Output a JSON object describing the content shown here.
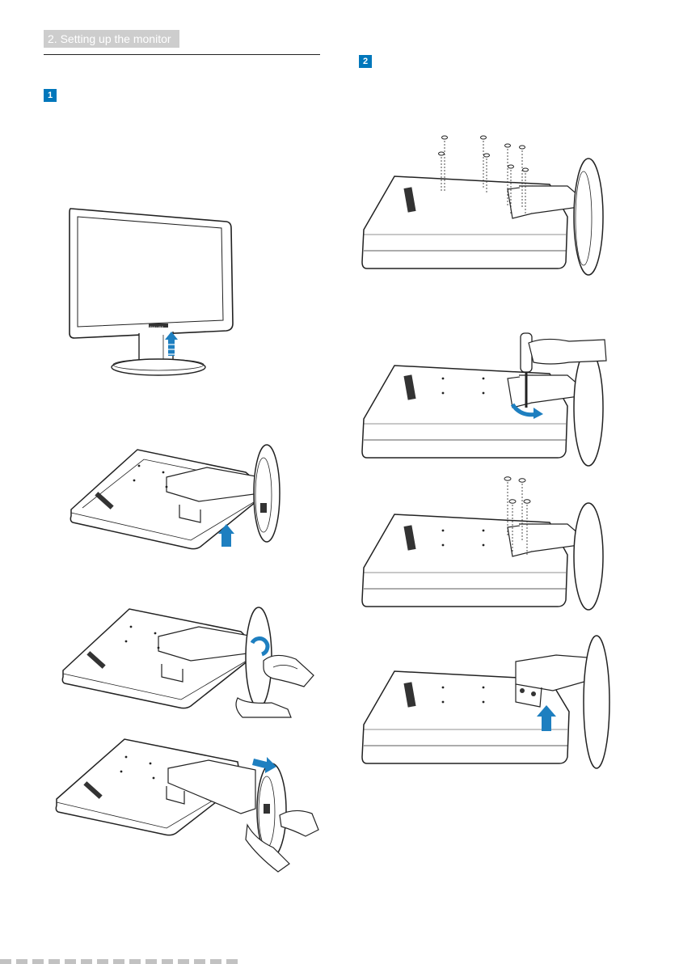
{
  "section": {
    "title": "2. Setting up the monitor"
  },
  "steps": [
    {
      "number": "1"
    },
    {
      "number": "2"
    }
  ],
  "brand": {
    "logo_text": "PHILIPS"
  },
  "colors": {
    "accent": "#0077bb",
    "arrow": "#1e7fc0",
    "line": "#222222",
    "header_bg": "#cdcdcd"
  }
}
